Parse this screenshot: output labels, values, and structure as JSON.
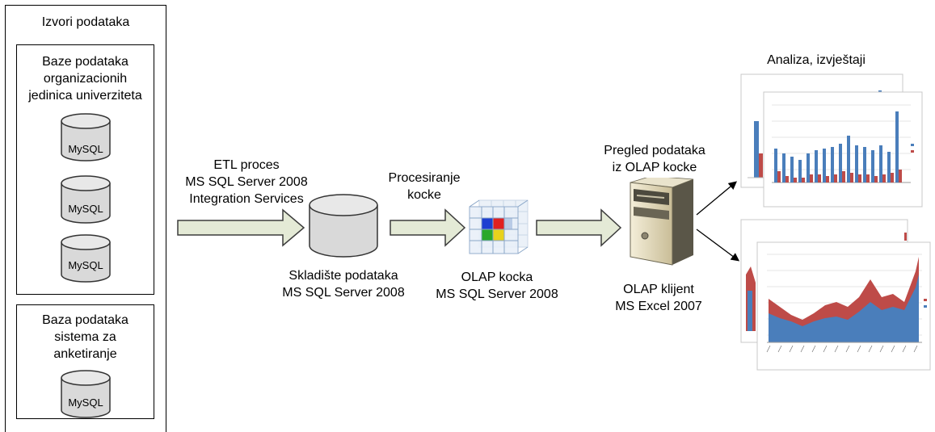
{
  "sources": {
    "title": "Izvori podataka",
    "university_db": {
      "line1": "Baze podataka",
      "line2": "organizacionih",
      "line3": "jedinica univerziteta",
      "databases": [
        "MySQL",
        "MySQL",
        "MySQL"
      ]
    },
    "survey_db": {
      "line1": "Baza podataka",
      "line2": "sistema za",
      "line3": "anketiranje",
      "databases": [
        "MySQL"
      ]
    }
  },
  "etl": {
    "line1": "ETL proces",
    "line2": "MS SQL Server 2008",
    "line3": "Integration Services"
  },
  "warehouse": {
    "line1": "Skladište podataka",
    "line2": "MS SQL Server 2008"
  },
  "processing": {
    "line1": "Procesiranje",
    "line2": "kocke"
  },
  "olap_cube": {
    "line1": "OLAP kocka",
    "line2": "MS SQL Server 2008"
  },
  "preview": {
    "line1": "Pregled podataka",
    "line2": "iz OLAP kocke"
  },
  "olap_client": {
    "line1": "OLAP klijent",
    "line2": "MS Excel 2007"
  },
  "analysis": {
    "title": "Analiza, izvještaji"
  },
  "colors": {
    "arrow_fill": "#e4ead6",
    "arrow_stroke": "#3c3c3c",
    "cylinder_fill": "#d9d9d9",
    "series_blue": "#4a7ebb",
    "series_red": "#be4b48"
  }
}
